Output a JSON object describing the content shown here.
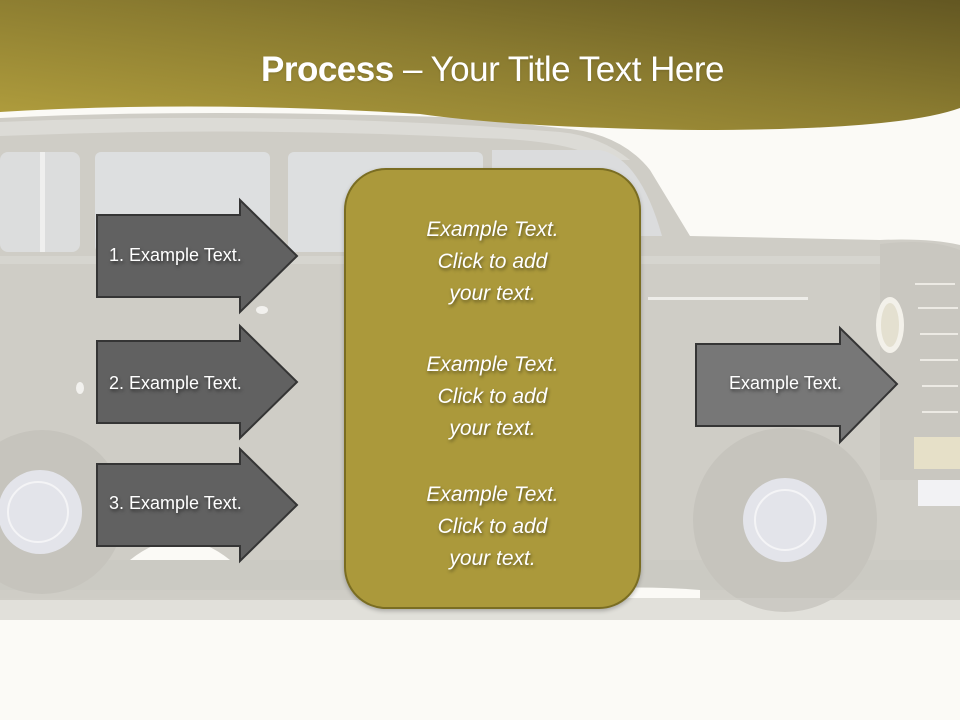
{
  "title": {
    "bold": "Process",
    "rest": " – Your Title Text Here"
  },
  "colors": {
    "header_dark": "#665a22",
    "header_light": "#b3a03e",
    "center_fill": "#ab993b",
    "center_border": "#7a6d22",
    "left_arrow_fill": "#616161",
    "right_arrow_fill": "#777777",
    "arrow_border": "#353535",
    "background": "#fbfaf6",
    "car_gray": "#cfcdc6"
  },
  "left_steps": [
    {
      "label": "1. Example Text."
    },
    {
      "label": "2. Example Text."
    },
    {
      "label": "3. Example Text."
    }
  ],
  "center_box": {
    "items": [
      {
        "line1": "Example Text.",
        "line2": "Click  to add",
        "line3": "your text."
      },
      {
        "line1": "Example Text.",
        "line2": "Click  to add",
        "line3": "your text."
      },
      {
        "line1": "Example Text.",
        "line2": "Click  to add",
        "line3": "your text."
      }
    ]
  },
  "result_arrow": {
    "label": "Example Text."
  }
}
